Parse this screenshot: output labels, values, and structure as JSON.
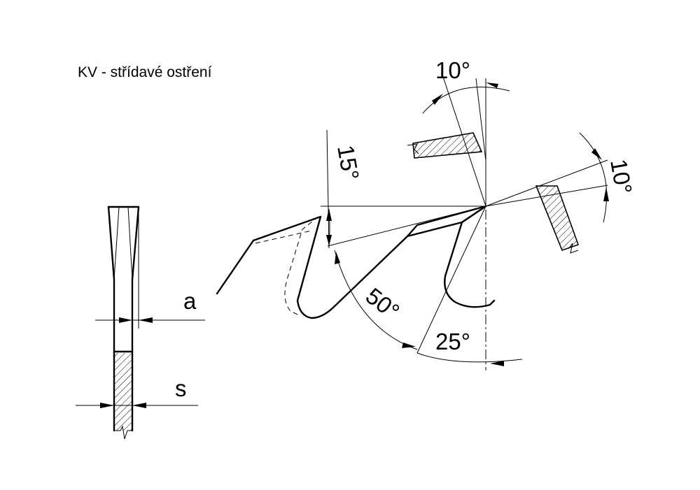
{
  "title": "KV - střídavé ostření",
  "labels": {
    "a": "a",
    "s": "s",
    "angle_10_top": "10°",
    "angle_10_right": "10°",
    "angle_15": "15°",
    "angle_50": "50°",
    "angle_25": "25°"
  }
}
